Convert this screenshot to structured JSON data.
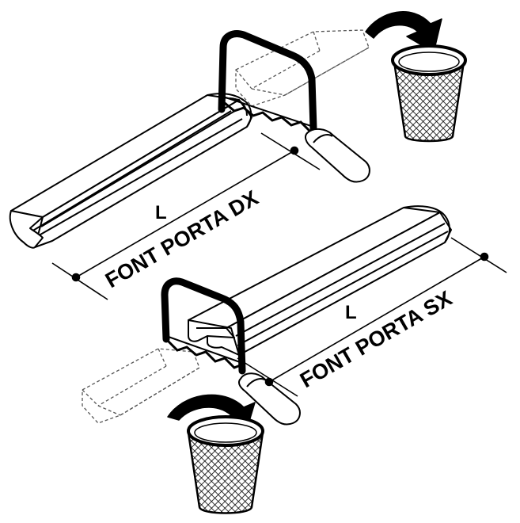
{
  "top_assembly": {
    "dimension_label": "L",
    "caption": "FONT PORTA DX"
  },
  "bottom_assembly": {
    "dimension_label": "L",
    "caption": "FONT PORTA SX"
  },
  "colors": {
    "ink": "#000000",
    "paper": "#ffffff",
    "dashed": "#555555"
  },
  "icons": [
    "hacksaw-icon",
    "trash-bin-icon",
    "curved-arrow-icon"
  ]
}
